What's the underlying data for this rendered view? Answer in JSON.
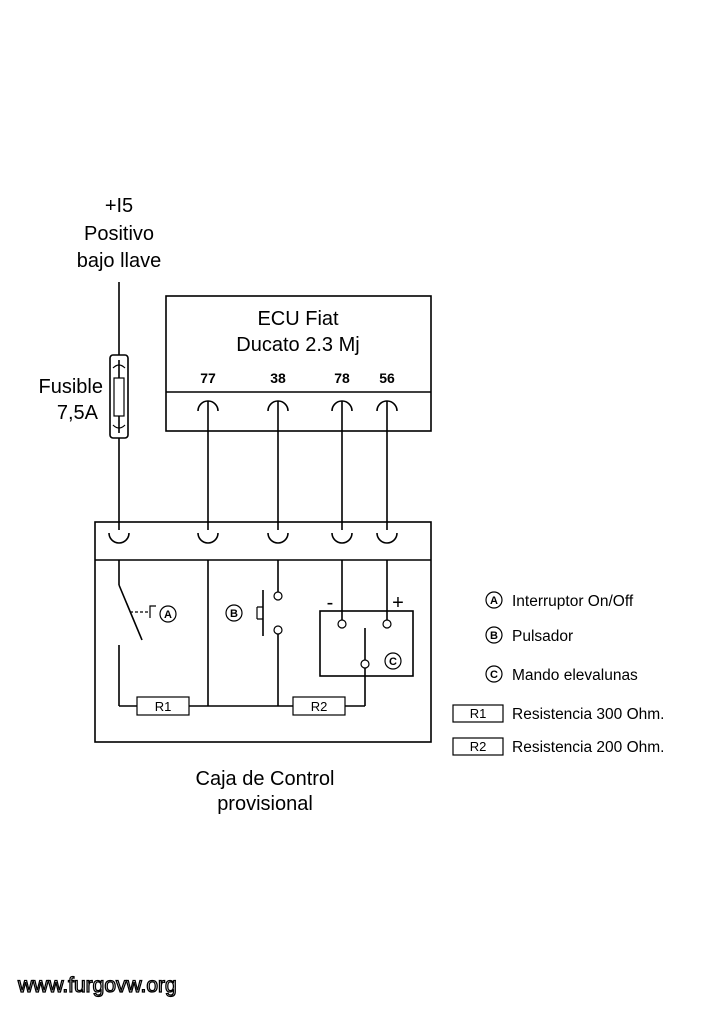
{
  "supply": {
    "line1": "+I5",
    "line2": "Positivo",
    "line3": "bajo llave"
  },
  "fuse": {
    "line1": "Fusible",
    "line2": "7,5A"
  },
  "ecu": {
    "line1": "ECU Fiat",
    "line2": "Ducato 2.3 Mj",
    "pins": [
      "77",
      "38",
      "78",
      "56"
    ]
  },
  "box": {
    "line1": "Caja de Control",
    "line2": "provisional",
    "switch_tag": "A",
    "button_tag": "B",
    "control_tag": "C",
    "minus": "-",
    "plus": "+",
    "r1": "R1",
    "r2": "R2"
  },
  "legend": {
    "items": [
      {
        "tag": "A",
        "text": "Interruptor On/Off"
      },
      {
        "tag": "B",
        "text": "Pulsador"
      },
      {
        "tag": "C",
        "text": "Mando elevalunas"
      }
    ],
    "resistors": [
      {
        "tag": "R1",
        "text": "Resistencia 300 Ohm."
      },
      {
        "tag": "R2",
        "text": "Resistencia 200 Ohm."
      }
    ]
  },
  "watermark": "www.furgovw.org"
}
